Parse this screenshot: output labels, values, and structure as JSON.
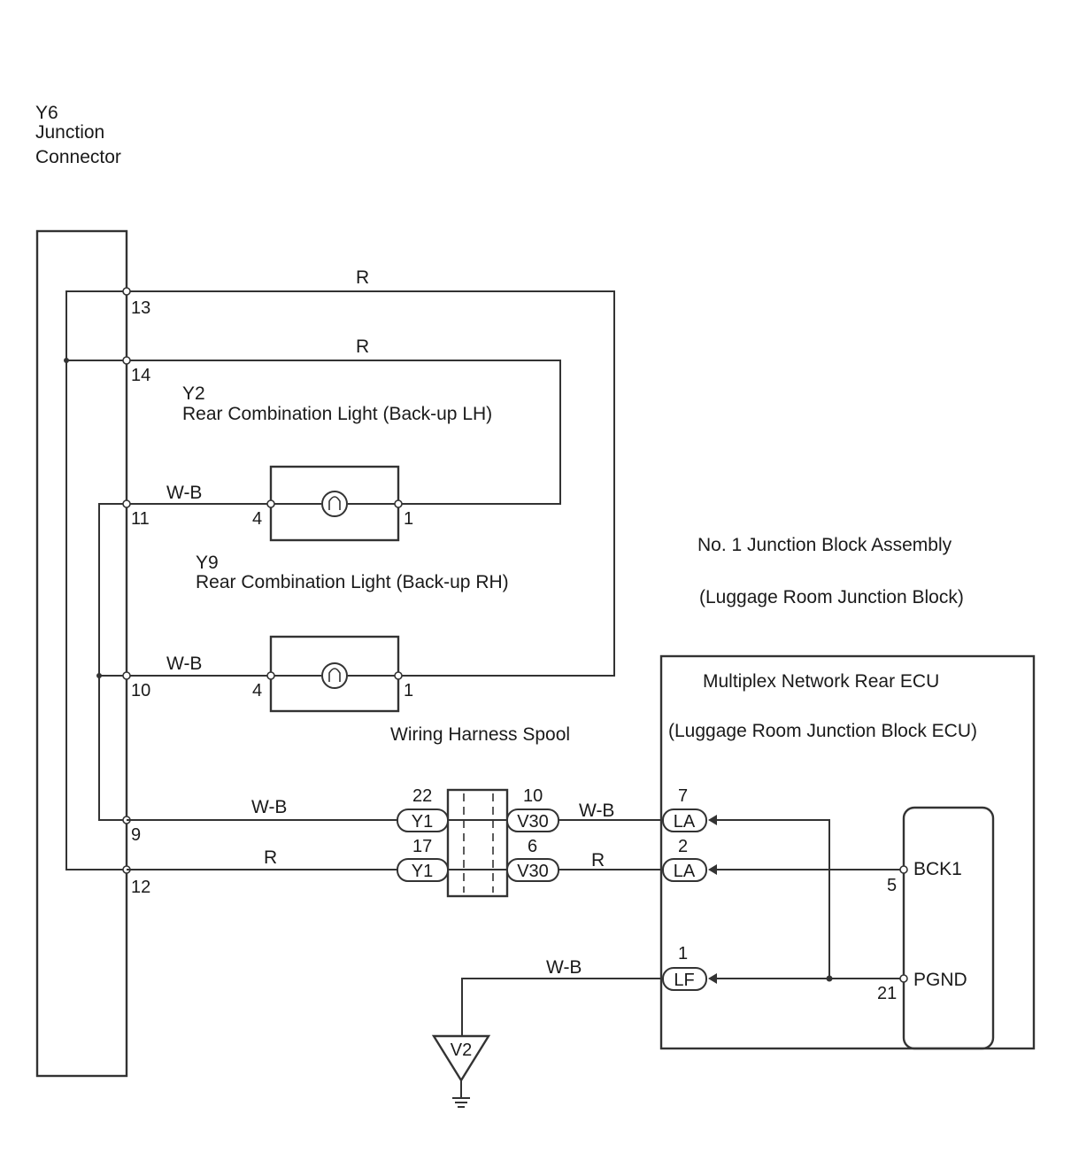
{
  "junction_connector": {
    "id": "Y6",
    "line1": "Junction",
    "line2": "Connector"
  },
  "wires": {
    "r": "R",
    "wb": "W-B"
  },
  "y6_pins": {
    "p13": "13",
    "p14": "14",
    "p11": "11",
    "p10": "10",
    "p9": "9",
    "p12": "12"
  },
  "lamp_lh": {
    "id": "Y2",
    "name": "Rear Combination Light (Back-up LH)",
    "pin_left": "4",
    "pin_right": "1"
  },
  "lamp_rh": {
    "id": "Y9",
    "name": "Rear Combination Light (Back-up RH)",
    "pin_left": "4",
    "pin_right": "1"
  },
  "spool": {
    "title": "Wiring Harness Spool",
    "left_conn": "Y1",
    "right_conn": "V30",
    "row1_left_pin": "22",
    "row1_right_pin": "10",
    "row2_left_pin": "17",
    "row2_right_pin": "6"
  },
  "junction_block": {
    "line1": "No. 1 Junction Block Assembly",
    "line2": "(Luggage Room Junction Block)"
  },
  "ecu": {
    "line1": "Multiplex Network Rear ECU",
    "line2": "(Luggage Room Junction Block ECU)",
    "la_conn": "LA",
    "lf_conn": "LF",
    "la_pin_a": "7",
    "la_pin_b": "2",
    "lf_pin": "1",
    "bck1_label": "BCK1",
    "bck1_pin": "5",
    "pgnd_label": "PGND",
    "pgnd_pin": "21"
  },
  "ground": {
    "id": "V2"
  }
}
